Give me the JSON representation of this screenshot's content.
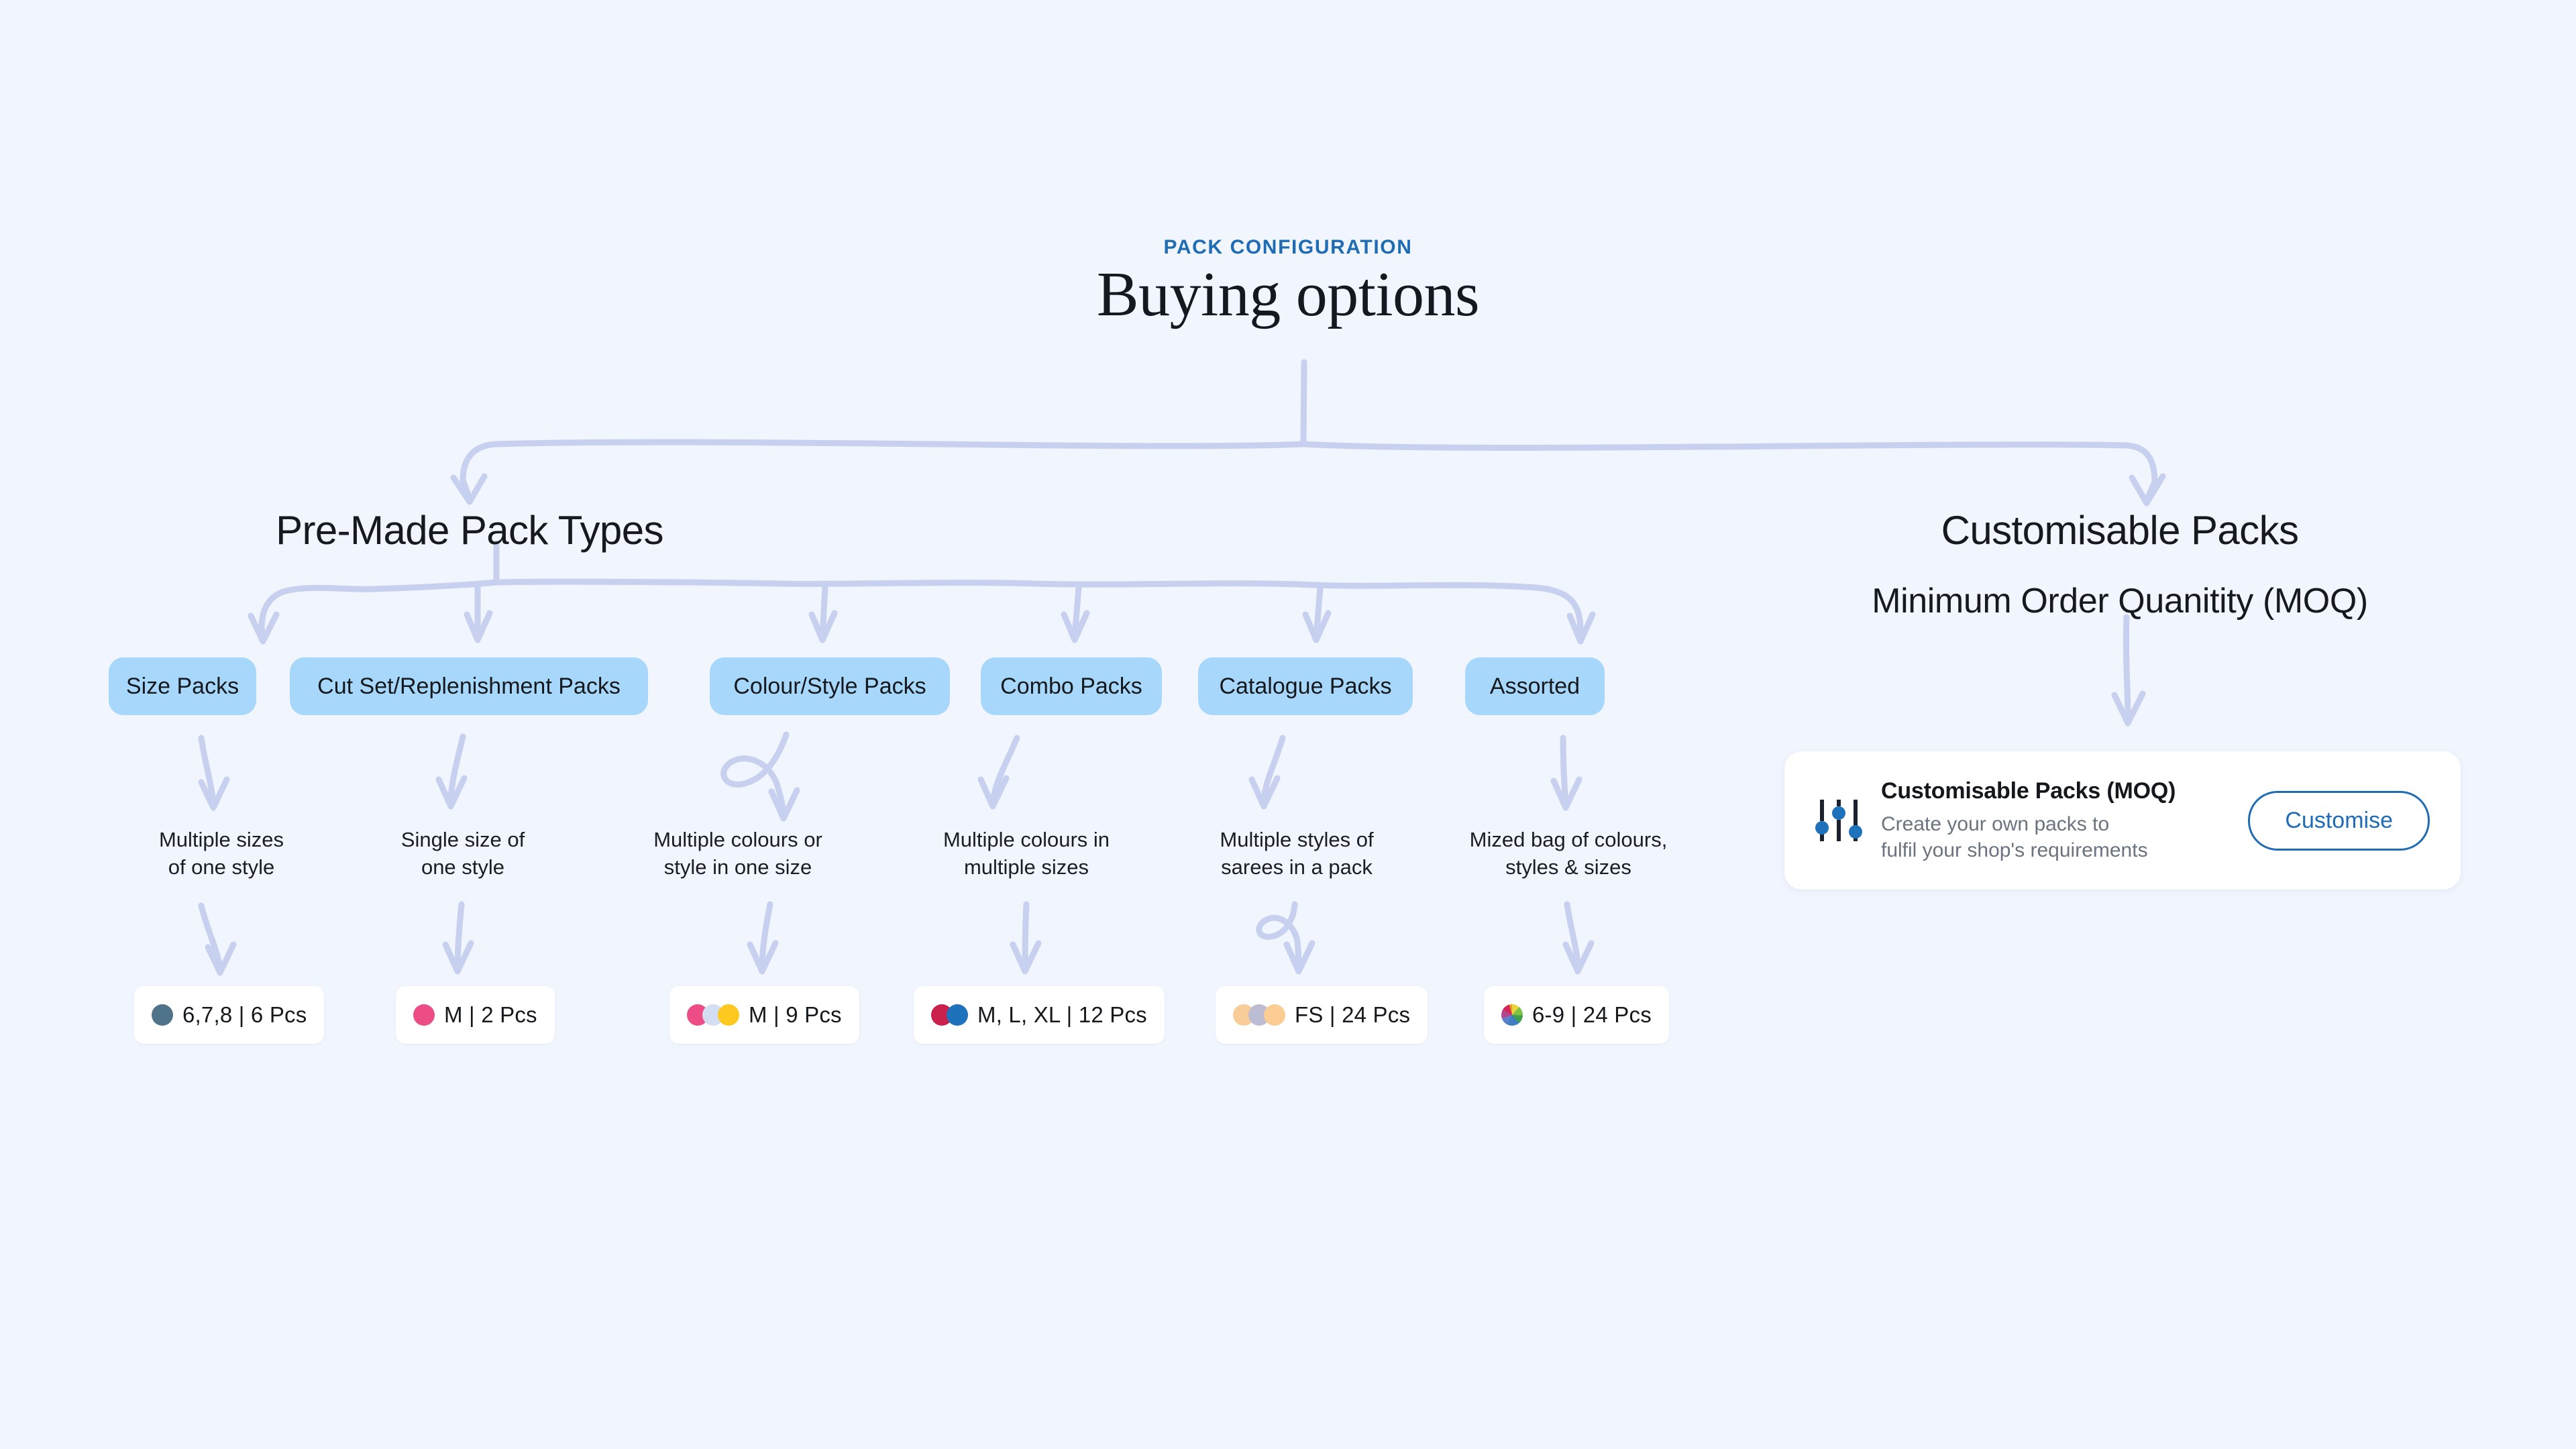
{
  "page": {
    "background_color": "#f1f5fe",
    "accent_color": "#1f6cb4",
    "pill_color": "#a7d8fb",
    "connector_color": "#c7d0ee"
  },
  "header": {
    "eyebrow": "PACK CONFIGURATION",
    "title": "Buying options"
  },
  "branches": {
    "left_heading": "Pre-Made Pack Types",
    "right_heading": "Customisable Packs",
    "right_subheading": "Minimum Order Quanitity (MOQ)"
  },
  "pack_types": [
    {
      "pill": "Size Packs",
      "description": "Multiple sizes\nof one style",
      "chip_label": "6,7,8 | 6 Pcs",
      "dots": [
        "#4f7388"
      ]
    },
    {
      "pill": "Cut Set/Replenishment Packs",
      "description": "Single size of\none style",
      "chip_label": "M | 2 Pcs",
      "dots": [
        "#ec4d86"
      ]
    },
    {
      "pill": "Colour/Style Packs",
      "description": "Multiple colours or\nstyle in one size",
      "chip_label": "M | 9 Pcs",
      "dots": [
        "#ec4d86",
        "#d4def3",
        "#fdc921"
      ]
    },
    {
      "pill": "Combo Packs",
      "description": "Multiple colours in\nmultiple sizes",
      "chip_label": "M, L, XL | 12 Pcs",
      "dots": [
        "#c9214b",
        "#1e72bb"
      ]
    },
    {
      "pill": "Catalogue Packs",
      "description": "Multiple styles of\nsarees in a pack",
      "chip_label": "FS | 24 Pcs",
      "dots": [
        "#f9cd9a",
        "#bcbdd2",
        "#fbcd94"
      ]
    },
    {
      "pill": "Assorted",
      "description": "Mized bag of colours,\nstyles & sizes",
      "chip_label": "6-9 | 24 Pcs",
      "dots": [
        "multicolor"
      ]
    }
  ],
  "moq_card": {
    "icon": "sliders-icon",
    "title": "Customisable Packs (MOQ)",
    "subtitle": "Create your own packs to\nfulfil your shop's requirements",
    "button_label": "Customise"
  }
}
